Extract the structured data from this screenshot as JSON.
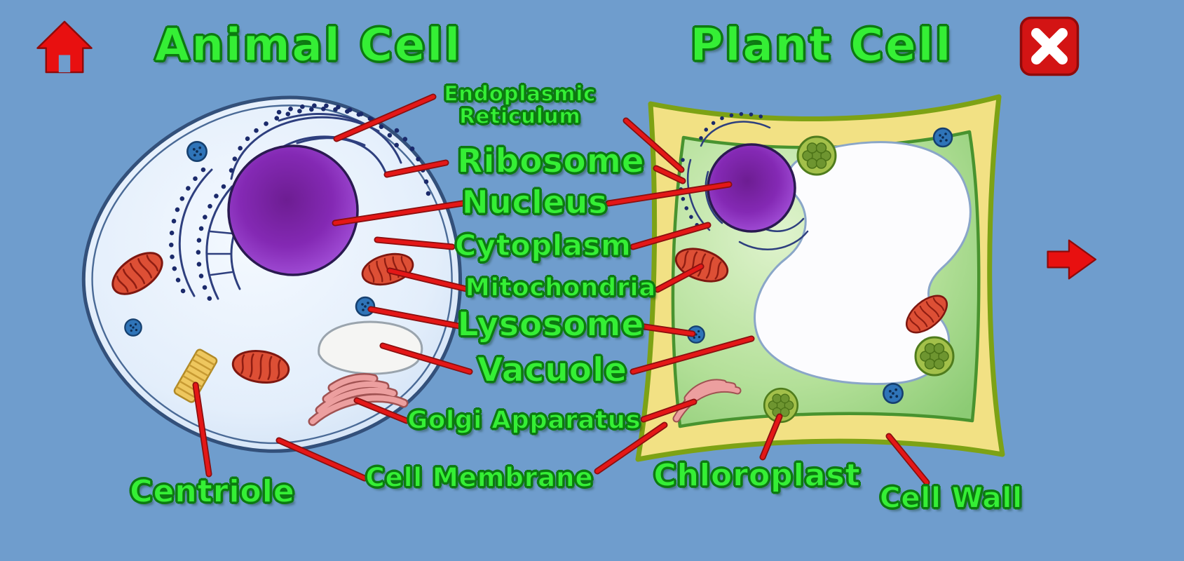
{
  "app": {
    "background_color": "#6f9dcd",
    "accent_red": "#e41717",
    "label_green": "#35ef35",
    "label_outline_green": "#0d7a11"
  },
  "titles": {
    "animal_cell": "Animal Cell",
    "plant_cell": "Plant Cell"
  },
  "buttons": {
    "home": {
      "icon": "home-icon"
    },
    "close": {
      "icon": "close-icon"
    },
    "next": {
      "icon": "next-arrow-icon"
    }
  },
  "labels": {
    "endoplasmic_reticulum": "Endoplasmic Reticulum",
    "ribosome": "Ribosome",
    "nucleus": "Nucleus",
    "cytoplasm": "Cytoplasm",
    "mitochondria": "Mitochondria",
    "lysosome": "Lysosome",
    "vacuole": "Vacuole",
    "golgi_apparatus": "Golgi Apparatus",
    "cell_membrane": "Cell Membrane",
    "centriole": "Centriole",
    "chloroplast": "Chloroplast",
    "cell_wall": "Cell Wall"
  }
}
